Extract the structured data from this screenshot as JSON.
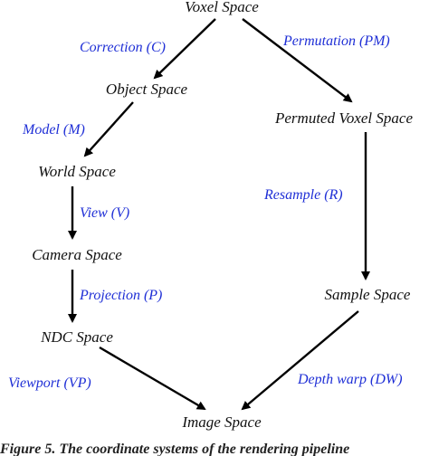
{
  "colors": {
    "node_text": "#111111",
    "edge_label": "#1f2fd6",
    "edge": "#000000"
  },
  "nodes": {
    "voxel": "Voxel Space",
    "object": "Object Space",
    "permuted": "Permuted Voxel Space",
    "world": "World Space",
    "camera": "Camera Space",
    "ndc": "NDC Space",
    "sample": "Sample Space",
    "image": "Image Space"
  },
  "edges": {
    "correction": "Correction (C)",
    "permutation": "Permutation (PM)",
    "model": "Model (M)",
    "view": "View (V)",
    "resample": "Resample (R)",
    "projection": "Projection (P)",
    "viewport": "Viewport (VP)",
    "depth_warp": "Depth warp (DW)"
  },
  "caption": "Figure 5. The coordinate systems of the rendering pipeline"
}
